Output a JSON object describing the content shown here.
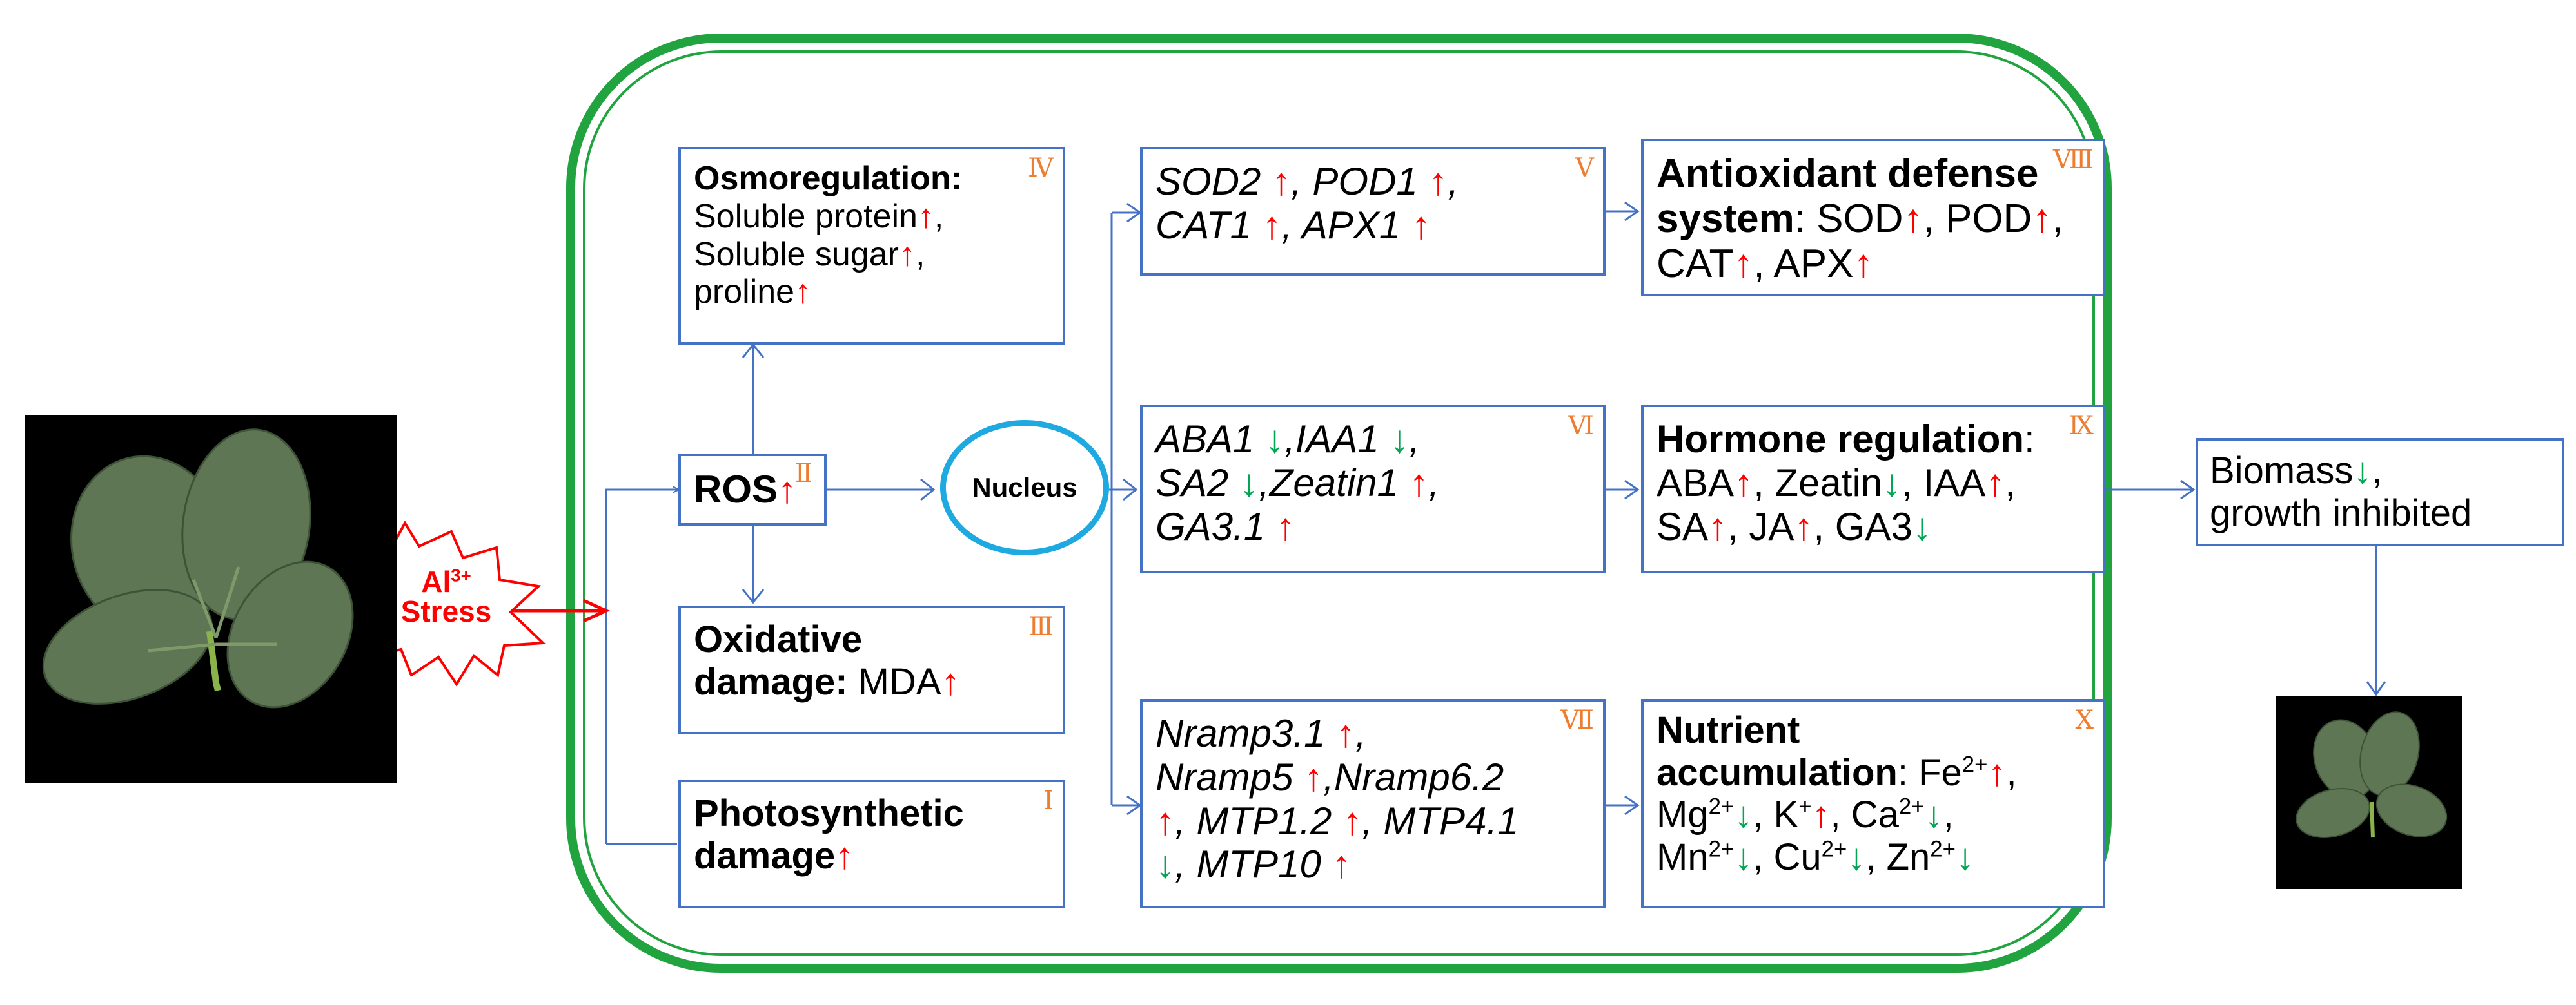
{
  "diagram": {
    "stress_label": {
      "line1": "Al",
      "sup": "3+",
      "line2": "Stress"
    },
    "nucleus": "Nucleus",
    "ros": {
      "label": "ROS",
      "tag": "Ⅱ"
    },
    "osmoregulation": {
      "tag": "Ⅳ",
      "title": "Osmoregulation",
      "items": [
        "Soluble protein",
        "Soluble sugar",
        "proline"
      ]
    },
    "oxidative": {
      "tag": "Ⅲ",
      "title_line1": "Oxidative",
      "title_line2": "damage:",
      "value": "MDA"
    },
    "photosynthetic": {
      "tag": "Ⅰ",
      "line1": "Photosynthetic",
      "line2": "damage"
    },
    "genes_antioxidant": {
      "tag": "Ⅴ",
      "genes": [
        "SOD2",
        "POD1",
        "CAT1",
        "APX1"
      ]
    },
    "genes_hormone": {
      "tag": "Ⅵ",
      "genes": [
        "ABA1",
        "IAA1",
        "SA2",
        "Zeatin1",
        "GA3.1"
      ]
    },
    "genes_transport": {
      "tag": "Ⅶ",
      "genes": [
        "Nramp3.1",
        "Nramp5",
        "Nramp6.2",
        "MTP1.2",
        "MTP4.1",
        "MTP10"
      ]
    },
    "antioxidant_system": {
      "tag": "Ⅷ",
      "title_line1": "Antioxidant defense",
      "title_line2": "system",
      "items": [
        "SOD",
        "POD",
        "CAT",
        "APX"
      ]
    },
    "hormone_regulation": {
      "tag": "Ⅸ",
      "title": "Hormone regulation",
      "items": [
        "ABA",
        "Zeatin",
        "IAA",
        "SA",
        "JA",
        "GA3"
      ]
    },
    "nutrient_accumulation": {
      "tag": "Ⅹ",
      "title_line1": "Nutrient",
      "title_line2": "accumulation",
      "items": [
        "Fe",
        "Mg",
        "K",
        "Ca",
        "Mn",
        "Cu",
        "Zn"
      ],
      "charges": [
        "2+",
        "2+",
        "+",
        "2+",
        "2+",
        "2+",
        "2+"
      ]
    },
    "outcome": {
      "line1": "Biomass",
      "line2": "growth inhibited"
    },
    "arrows": {
      "up": "↑",
      "down": "↓"
    },
    "colors": {
      "frame": "#21a43f",
      "box_border": "#4472c4",
      "arrow": "#4472c4",
      "up": "#ff0000",
      "down": "#00a651",
      "tag": "#ed7d31",
      "nucleus": "#1ea9e1"
    }
  }
}
